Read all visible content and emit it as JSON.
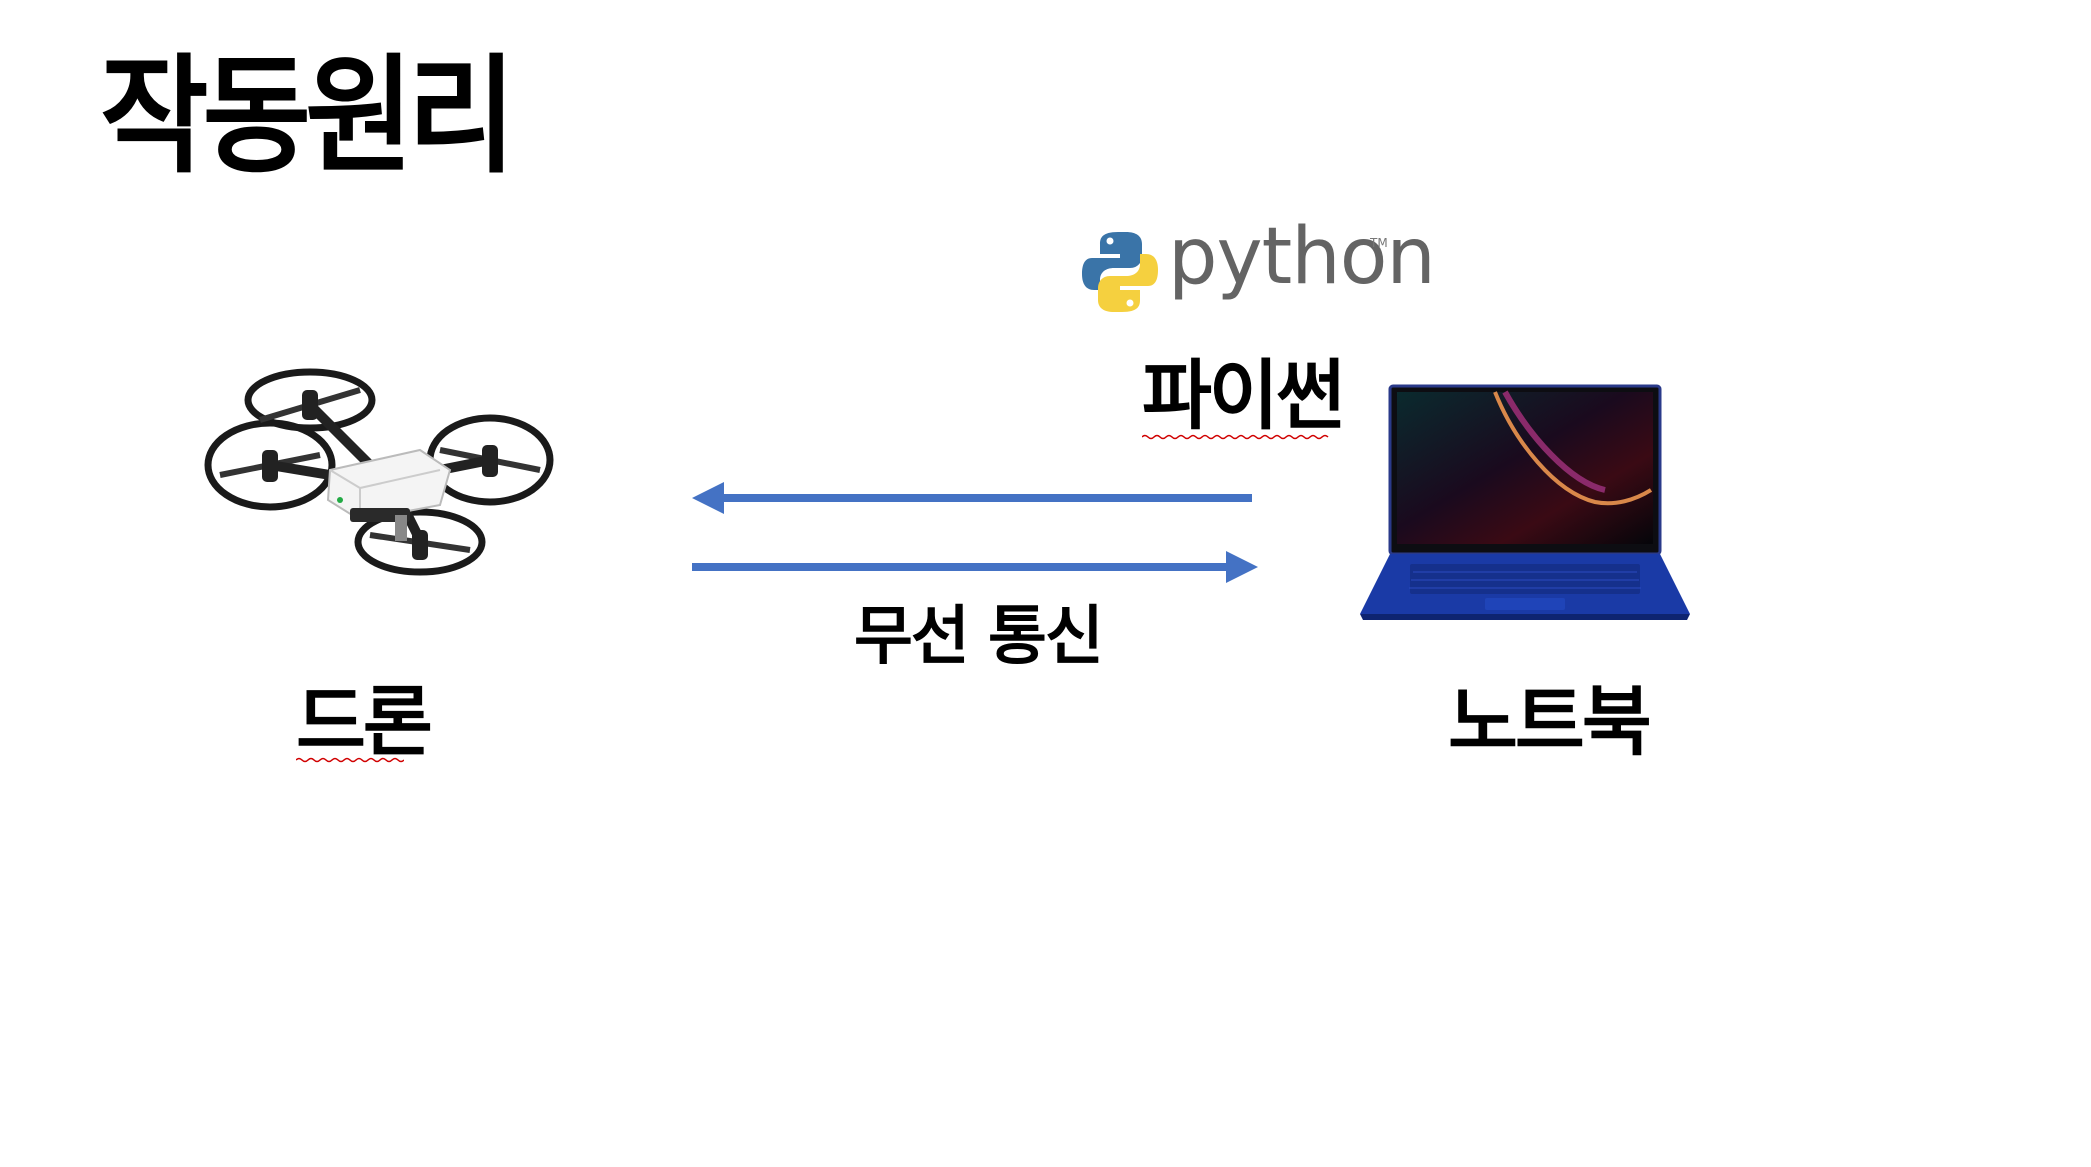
{
  "slide": {
    "title": "작동원리",
    "python_logo_text": "python",
    "python_tm": "TM",
    "python_label": "파이썬",
    "drone_label": "드론",
    "laptop_label": "노트북",
    "link_label": "무선 통신"
  },
  "colors": {
    "arrow": "#4472c4",
    "spellcheck": "#d00000",
    "python_blue": "#3a74a8",
    "python_yellow": "#f5d03f",
    "laptop_blue": "#1a3aa6"
  },
  "icons": {
    "drone": "drone-icon",
    "laptop": "laptop-icon",
    "python": "python-logo-icon"
  }
}
